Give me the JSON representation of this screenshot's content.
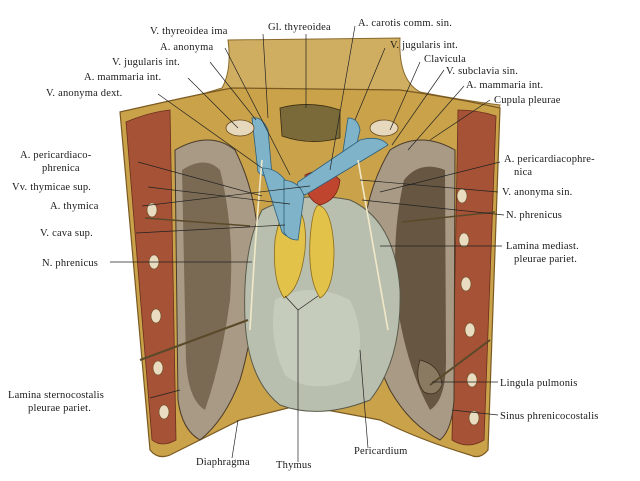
{
  "labels": {
    "v_thyreoidea_ima": "V. thyreoidea ima",
    "gl_thyreoidea": "Gl. thyreoidea",
    "a_carotis_comm_sin": "A. carotis comm. sin.",
    "a_anonyma": "A. anonyma",
    "v_jugularis_int_left": "V. jugularis int.",
    "v_jugularis_int_right": "V. jugularis int.",
    "clavicula": "Clavicula",
    "a_mammaria_int_left": "A. mammaria int.",
    "v_subclavia_sin": "V. subclavia sin.",
    "a_mammaria_int_right": "A. mammaria int.",
    "v_anonyma_dext": "V. anonyma dext.",
    "cupula_pleurae": "Cupula pleurae",
    "a_pericardiacophrenica_left_1": "A. pericardiaco-",
    "a_pericardiacophrenica_left_2": "phrenica",
    "a_pericardiacophrenica_right_1": "A. pericardiacophre-",
    "a_pericardiacophrenica_right_2": "nica",
    "vv_thymicae_sup": "Vv. thymicae sup.",
    "v_anonyma_sin": "V. anonyma sin.",
    "a_thymica": "A. thymica",
    "n_phrenicus_right": "N. phrenicus",
    "v_cava_sup": "V. cava sup.",
    "lamina_mediast_1": "Lamina mediast.",
    "lamina_mediast_2": "pleurae pariet.",
    "n_phrenicus_left": "N. phrenicus",
    "lingula_pulmonis": "Lingula pulmonis",
    "lamina_sternocostalis_1": "Lamina sternocostalis",
    "lamina_sternocostalis_2": "pleurae pariet.",
    "sinus_phrenicocostalis": "Sinus phrenicocostalis",
    "pericardium": "Pericardium",
    "diaphragma": "Diaphragma",
    "thymus": "Thymus"
  },
  "colors": {
    "tissue_tan": "#c9a24a",
    "muscle_red": "#b65a3a",
    "vein_blue": "#7fb3c9",
    "thymus_yellow": "#e3c24a",
    "pericardium_grey": "#b9bfae",
    "pleura_grey": "#a89a84",
    "cavity_dark": "#4a3a2a"
  }
}
